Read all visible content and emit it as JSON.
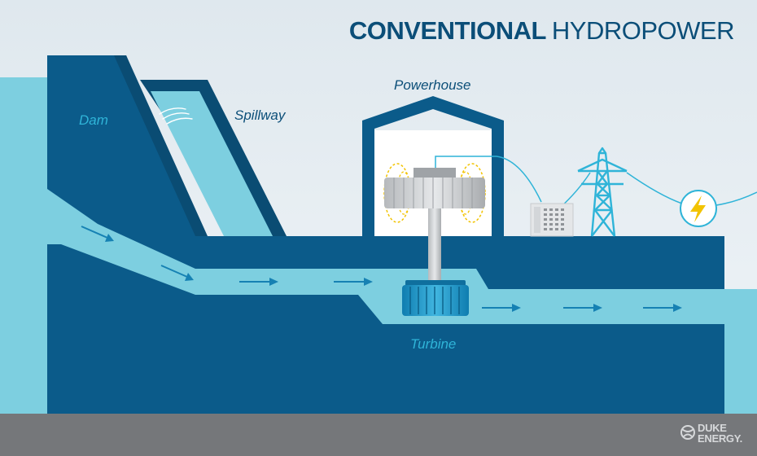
{
  "title": {
    "bold": "CONVENTIONAL",
    "regular": "HYDROPOWER"
  },
  "labels": {
    "dam": "Dam",
    "spillway": "Spillway",
    "powerhouse": "Powerhouse",
    "turbine": "Turbine"
  },
  "logo": {
    "line1": "DUKE",
    "line2": "ENERGY."
  },
  "icons": [
    "lightning-bolt-icon",
    "duke-energy-logo-icon",
    "flow-arrow-icon",
    "transmission-tower-icon",
    "transformer-icon",
    "generator-icon",
    "turbine-icon"
  ],
  "colors": {
    "sky": "#e9eff3",
    "water": "#7dcfe0",
    "structure": "#0b5b8a",
    "dark_edge": "#0a4c73",
    "ground": "#75777a",
    "title": "#0b4e78",
    "label_light": "#2fb4d8",
    "label_white": "#ffffff",
    "arrow": "#1681b3",
    "spark": "#f2c300"
  }
}
